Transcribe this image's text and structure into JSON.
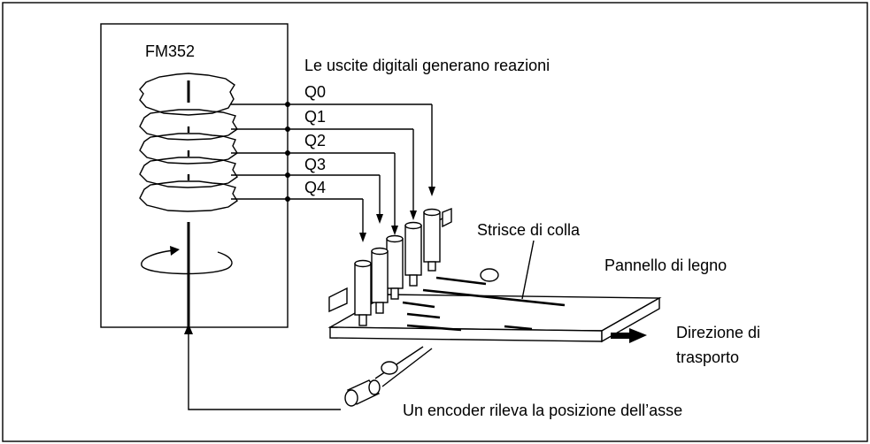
{
  "module": {
    "title": "FM352"
  },
  "labels": {
    "outputs_caption": "Le uscite digitali generano reazioni",
    "glue_strips": "Strisce di colla",
    "wood_panel": "Pannello di legno",
    "direction_line1": "Direzione di",
    "direction_line2": "trasporto",
    "encoder": "Un encoder rileva la posizione dell’asse"
  },
  "outputs": [
    "Q0",
    "Q1",
    "Q2",
    "Q3",
    "Q4"
  ]
}
